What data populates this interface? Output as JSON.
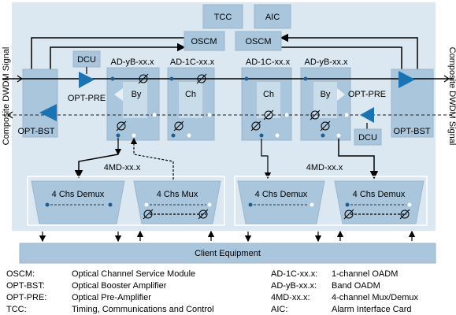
{
  "diagram": {
    "left_signal_label": "Composite DWDM Signal",
    "right_signal_label": "Composite DWDM Signal",
    "boxes": {
      "tcc": "TCC",
      "aic": "AIC",
      "oscm_left": "OSCM",
      "oscm_right": "OSCM",
      "dcu_left": "DCU",
      "dcu_right": "DCU",
      "opt_pre_left": "OPT-PRE",
      "opt_pre_right": "OPT-PRE",
      "opt_bst_left": "OPT-BST",
      "opt_bst_right": "OPT-BST",
      "band_left": "AD-yB-xx.x",
      "ch_left": "AD-1C-xx.x",
      "ch_right": "AD-1C-xx.x",
      "band_right": "AD-yB-xx.x",
      "by_left": "By",
      "ch_left_inner": "Ch",
      "ch_right_inner": "Ch",
      "by_right": "By",
      "md_left": "4MD-xx.x",
      "md_right": "4MD-xx.x",
      "demux_1": "4 Chs Demux",
      "mux_1": "4 Chs Mux",
      "demux_2": "4 Chs Demux",
      "demux_3": "4 Chs Demux",
      "client": "Client Equipment"
    }
  },
  "legend": [
    {
      "abbr": "OSCM:",
      "text": "Optical Channel Service Module"
    },
    {
      "abbr": "OPT-BST:",
      "text": "Optical Booster Amplifier"
    },
    {
      "abbr": "OPT-PRE:",
      "text": "Optical Pre-Amplifier"
    },
    {
      "abbr": "TCC:",
      "text": "Timing, Communications and Control"
    },
    {
      "abbr": "AD-1C-xx.x:",
      "text": "1-channel OADM"
    },
    {
      "abbr": "AD-yB-xx.x:",
      "text": "Band OADM"
    },
    {
      "abbr": "4MD-xx.x:",
      "text": "4-channel Mux/Demux"
    },
    {
      "abbr": "AIC:",
      "text": "Alarm Interface Card"
    }
  ],
  "colors": {
    "panel": "#dbe8f1",
    "box": "#a9c6dc",
    "inner": "#c9dcea",
    "amp": "#1a73b3",
    "dot": "#1d5e96"
  }
}
